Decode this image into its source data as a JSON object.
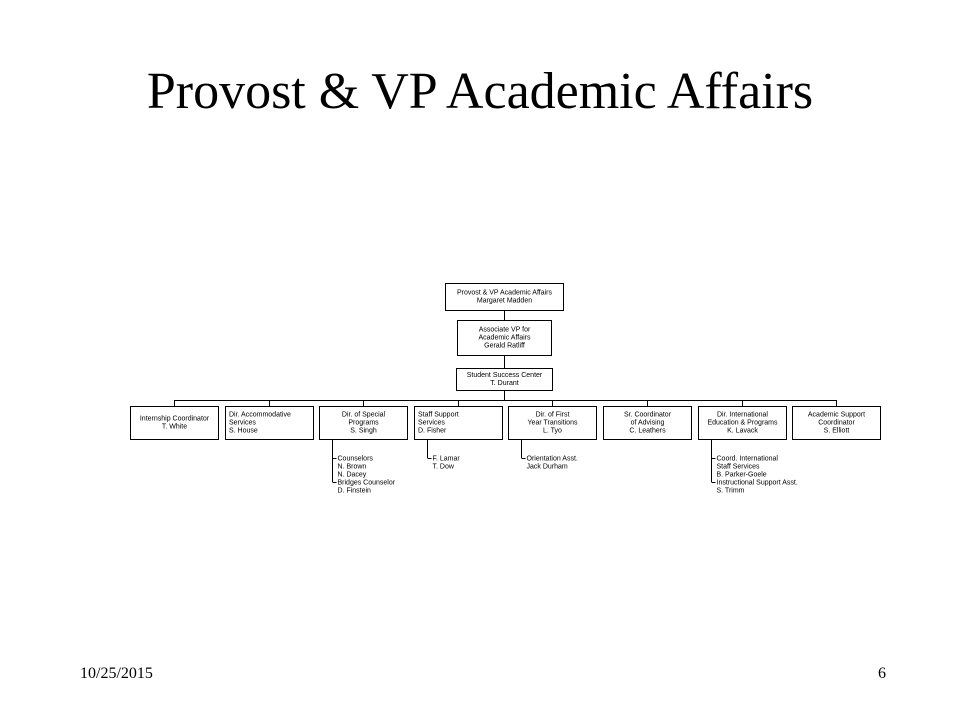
{
  "title": "Provost & VP Academic Affairs",
  "footer": {
    "date": "10/25/2015",
    "page": "6"
  },
  "org": {
    "top": {
      "lines": [
        "Provost & VP Academic Affairs",
        "Margaret Madden"
      ]
    },
    "associate": {
      "lines": [
        "Associate VP for",
        "Academic Affairs",
        "Gerald Ratliff"
      ]
    },
    "center": {
      "lines": [
        "Student Success Center",
        "T. Durant"
      ]
    },
    "units": [
      {
        "lines": [
          "Internship Coordinator",
          "T. White"
        ],
        "align": "center",
        "sub": []
      },
      {
        "lines": [
          "Dir. Accommodative",
          "Services",
          "S. House"
        ],
        "align": "left",
        "sub": []
      },
      {
        "lines": [
          "Dir. of Special",
          "Programs",
          "S. Singh"
        ],
        "align": "center",
        "sub": [
          "Counselors",
          "N. Brown",
          "N. Dacey",
          "Bridges Counselor",
          "D. Finstein"
        ]
      },
      {
        "lines": [
          "Staff Support",
          "Services",
          "D. Fisher"
        ],
        "align": "left",
        "sub": [
          "F. Lamar",
          "T. Dow"
        ]
      },
      {
        "lines": [
          "Dir. of First",
          "Year Transitions",
          "L. Tyo"
        ],
        "align": "center",
        "sub": [
          "Orientation Asst.",
          "Jack Durham"
        ]
      },
      {
        "lines": [
          "Sr. Coordinator",
          "of Advising",
          "C. Leathers"
        ],
        "align": "center",
        "sub": []
      },
      {
        "lines": [
          "Dir. International",
          "Education & Programs",
          "K. Lavack"
        ],
        "align": "center",
        "sub": [
          "Coord. International",
          "Staff Services",
          "B. Parker-Goele",
          "Instructional Support Asst.",
          "S. Trimm"
        ]
      },
      {
        "lines": [
          "Academic Support",
          "Coordinator",
          "S. Elliott"
        ],
        "align": "center",
        "sub": []
      }
    ]
  }
}
